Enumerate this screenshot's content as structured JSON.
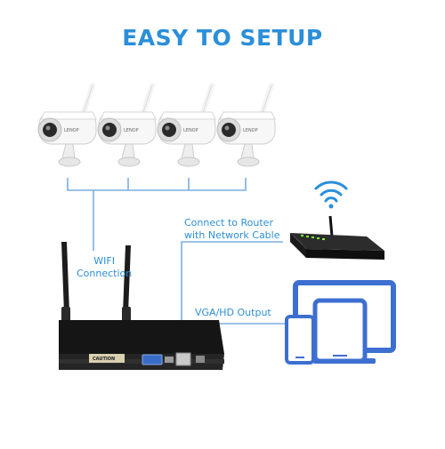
{
  "title": "EASY TO SETUP",
  "labels": {
    "router_line1": "Connect to Router",
    "router_line2": "with Network Cable",
    "vga": "VGA/HD Output",
    "wifi_line1": "WIFI",
    "wifi_line2": "Connection"
  },
  "camera_brand": "LENOP",
  "nvr_sticker": "CAUTION",
  "cameras": [
    {
      "id": "camera-1"
    },
    {
      "id": "camera-2"
    },
    {
      "id": "camera-3"
    },
    {
      "id": "camera-4"
    }
  ],
  "colors": {
    "accent": "#2b8fd9",
    "connector_line": "#7aaee0",
    "device_dark": "#1c1c1c",
    "monitor_blue": "#3d6fd0"
  },
  "icons": [
    "wifi-icon",
    "router-icon",
    "monitor-icon",
    "tablet-icon",
    "phone-icon",
    "camera-icon",
    "nvr-icon"
  ]
}
